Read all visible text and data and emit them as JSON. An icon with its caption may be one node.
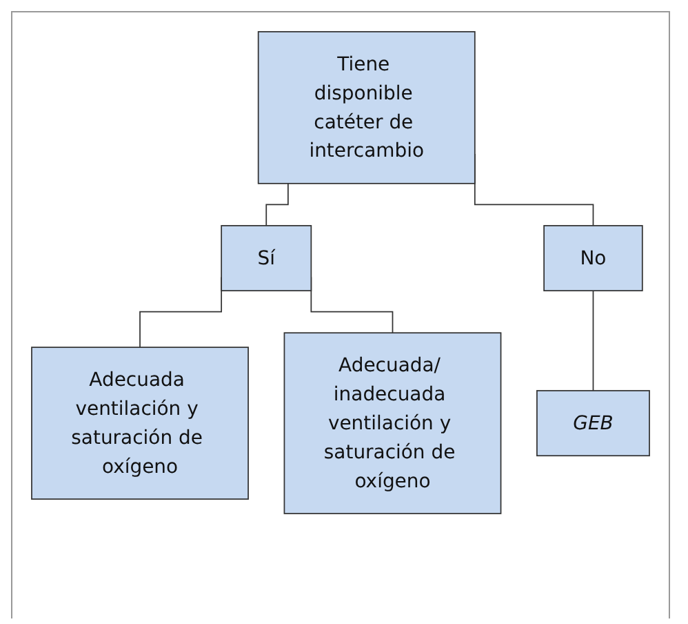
{
  "diagram": {
    "nodes": [
      {
        "text": [
          "Tiene disponible catéter de intercambio"
        ]
      },
      {
        "text": [
          "Sí"
        ]
      },
      {
        "text": [
          "No"
        ]
      },
      {
        "text": [
          "Adecuada ventilación y saturación de oxígeno"
        ]
      },
      {
        "text": [
          "Adecuada/ inadecuada ventilación y saturación de oxígeno"
        ]
      },
      {
        "text": [
          "GEB"
        ]
      }
    ],
    "edges": [
      {
        "from": 0,
        "to": 1,
        "arrow": "none"
      },
      {
        "from": 0,
        "to": 2,
        "arrow": "none"
      },
      {
        "from": 1,
        "to": 3,
        "arrow": "none"
      },
      {
        "from": 1,
        "to": 4,
        "arrow": "none"
      },
      {
        "from": 2,
        "to": 5,
        "arrow": "none"
      }
    ]
  }
}
